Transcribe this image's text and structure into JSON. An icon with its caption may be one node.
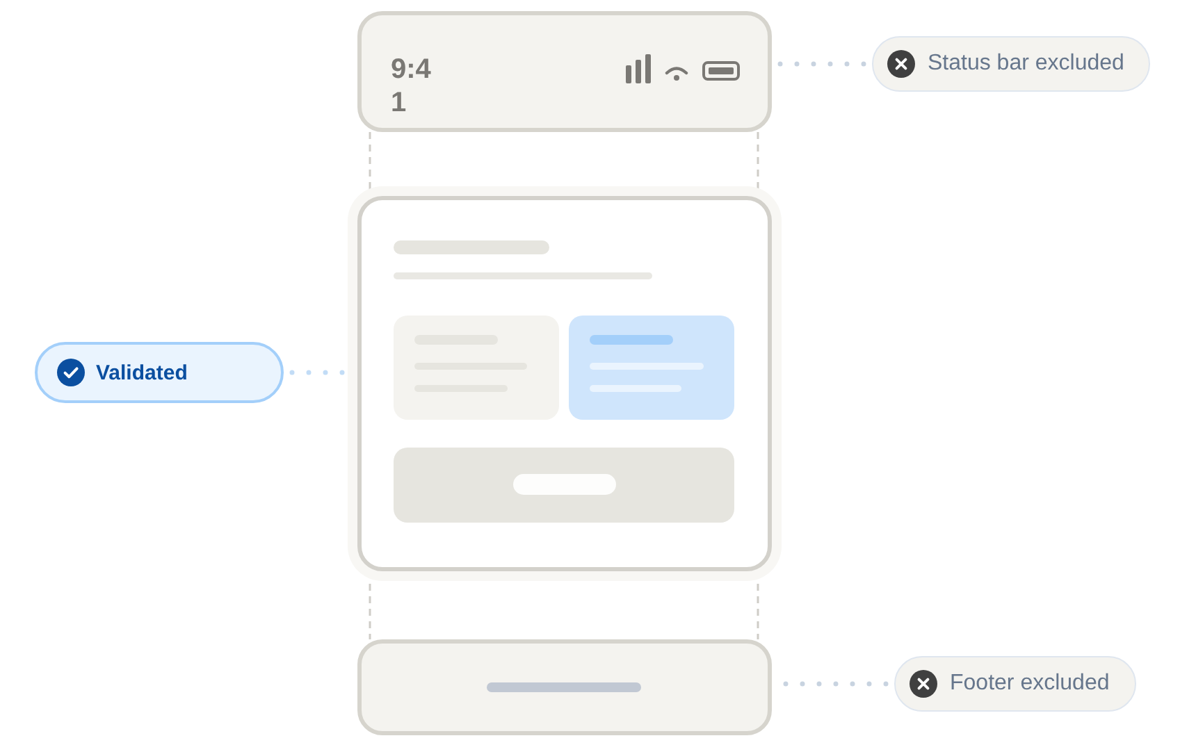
{
  "diagram": {
    "nodes": [
      {
        "text": [
          "9:41"
        ]
      },
      {
        "text": [
          "Status bar excluded"
        ]
      },
      {
        "text": [
          "Validated"
        ]
      },
      {
        "text": [],
        "shape": "box"
      },
      {
        "text": [],
        "shape": "box"
      },
      {
        "text": [
          "Footer excluded"
        ]
      }
    ],
    "edges": [
      {
        "from": 1,
        "to": 0,
        "arrow": "none",
        "color": "#c8d3e0"
      },
      {
        "from": 2,
        "to": 3,
        "arrow": "none",
        "color": "#c2dcf6"
      },
      {
        "from": 0,
        "to": 3,
        "arrow": "none",
        "style": "dashed"
      },
      {
        "from": 0,
        "to": 3,
        "arrow": "none",
        "style": "dashed"
      },
      {
        "from": 3,
        "to": 4,
        "arrow": "none",
        "style": "dashed"
      },
      {
        "from": 3,
        "to": 4,
        "arrow": "none",
        "style": "dashed"
      },
      {
        "from": 5,
        "to": 4,
        "arrow": "none",
        "color": "#c8d3e0"
      }
    ]
  }
}
